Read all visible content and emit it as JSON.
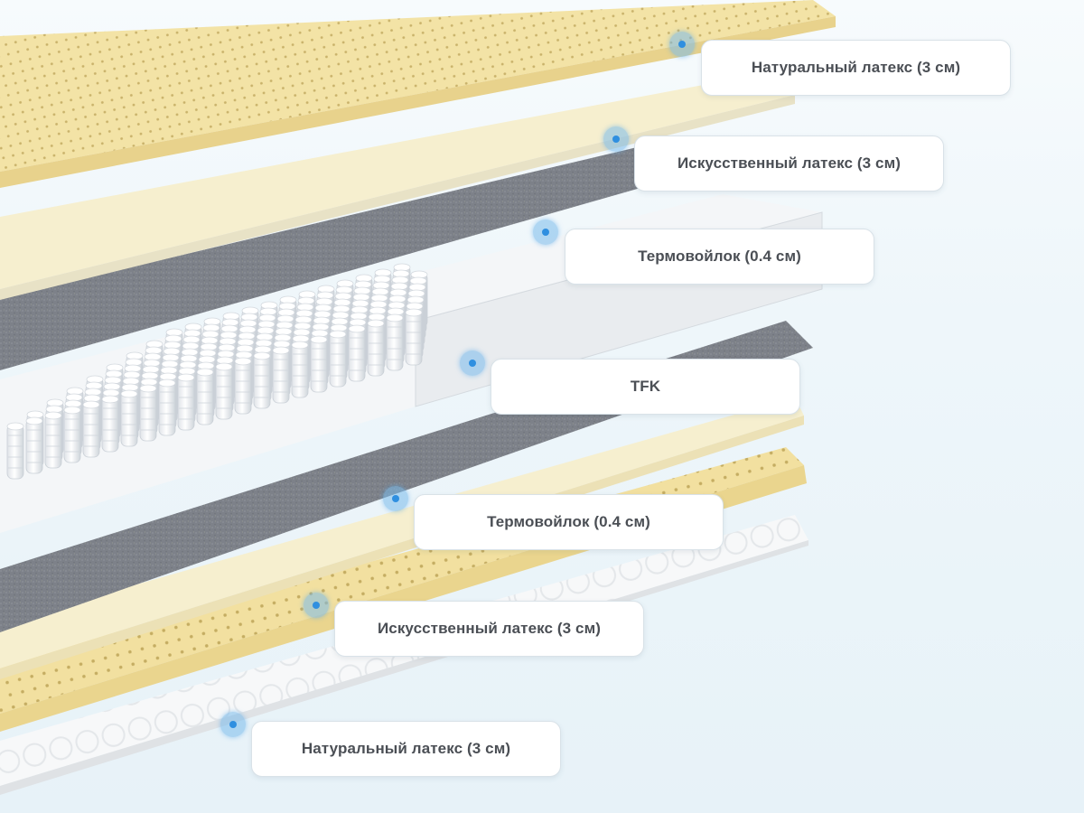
{
  "layers": [
    {
      "id": "top-natural-latex",
      "label": "Натуральный латекс (3 см)"
    },
    {
      "id": "top-synthetic-latex",
      "label": "Искусственный латекс (3 см)"
    },
    {
      "id": "top-felt",
      "label": "Термовойлок (0.4 см)"
    },
    {
      "id": "spring-block",
      "label": "TFK"
    },
    {
      "id": "bottom-felt",
      "label": "Термовойлок (0.4 см)"
    },
    {
      "id": "bottom-synthetic-latex",
      "label": "Искусственный латекс (3 см)"
    },
    {
      "id": "bottom-natural-latex",
      "label": "Натуральный латекс (3 см)"
    }
  ],
  "colors": {
    "natural_latex": "#f3e3a6",
    "synthetic_latex": "#f6efcf",
    "felt": "#7b7f86",
    "springs": "#f1f3f5",
    "marker": "#2f8fe0",
    "label_text": "#4b4f55"
  }
}
